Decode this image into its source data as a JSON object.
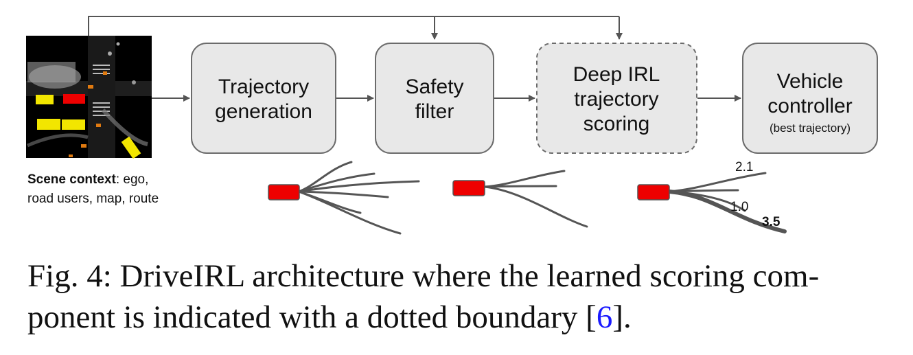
{
  "boxes": {
    "trajectory_generation": [
      "Trajectory",
      "generation"
    ],
    "safety_filter": [
      "Safety",
      "filter"
    ],
    "deep_irl": [
      "Deep IRL",
      "trajectory",
      "scoring"
    ],
    "vehicle_controller": [
      "Vehicle",
      "controller"
    ],
    "vehicle_controller_sub": "(best trajectory)"
  },
  "scene": {
    "label_bold": "Scene context",
    "label_rest": ": ego,",
    "label_line2": "road users, map, route"
  },
  "scores": {
    "top": "2.1",
    "mid": "1.0",
    "best": "3.5"
  },
  "caption": {
    "text": "Fig. 4: DriveIRL architecture where the learned scoring com-ponent is indicated with a dotted boundary [",
    "line1": "Fig. 4: DriveIRL architecture where the learned scoring com-",
    "line2_pre": "ponent is indicated with a dotted boundary [",
    "ref": "6",
    "line2_post": "]."
  },
  "colors": {
    "box_fill": "#e8e8e8",
    "box_stroke": "#6b6b6b",
    "arrow": "#555555",
    "ego": "#ee0000",
    "ref_link": "#1a1aff",
    "scene_bg": "#000000",
    "scene_yellow": "#f2e600"
  }
}
